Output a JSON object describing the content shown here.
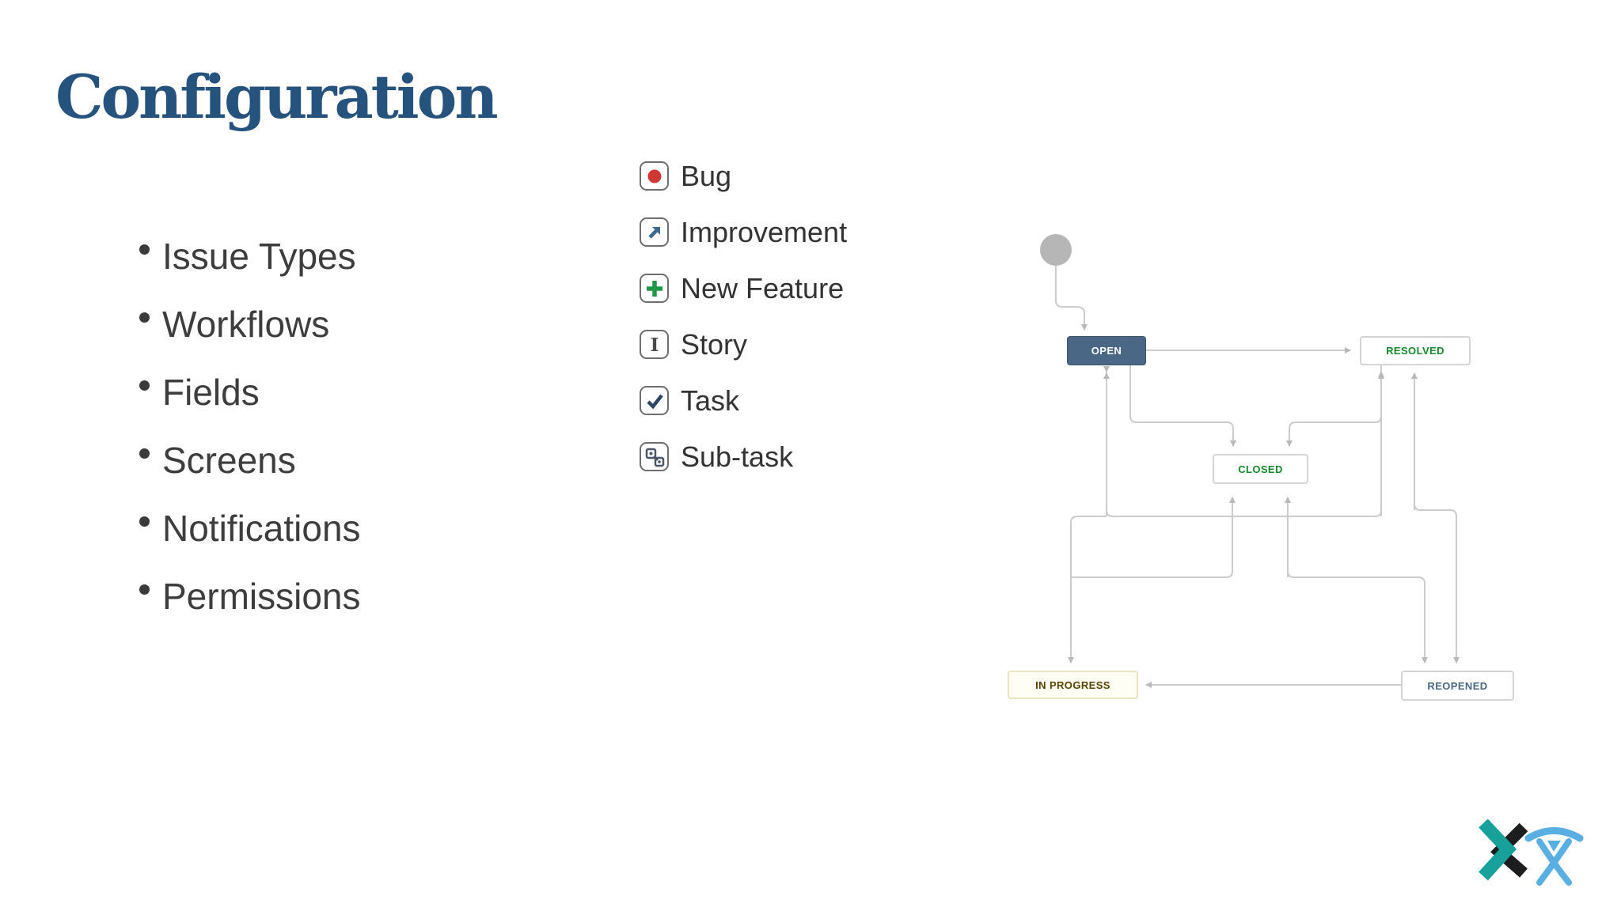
{
  "slide": {
    "title": "Configuration",
    "title_color": "#26537e",
    "bullets": [
      "Issue Types",
      "Workflows",
      "Fields",
      "Screens",
      "Notifications",
      "Permissions"
    ],
    "issue_types": [
      {
        "label": "Bug",
        "icon": "bug-icon",
        "color": "#cf3934"
      },
      {
        "label": "Improvement",
        "icon": "improvement-icon",
        "color": "#3b6a92"
      },
      {
        "label": "New Feature",
        "icon": "new-feature-icon",
        "color": "#1f9949"
      },
      {
        "label": "Story",
        "icon": "story-icon",
        "color": "#4a4a4a"
      },
      {
        "label": "Task",
        "icon": "task-icon",
        "color": "#2e4664"
      },
      {
        "label": "Sub-task",
        "icon": "subtask-icon",
        "color": "#4a5568"
      }
    ],
    "workflow": {
      "states": [
        {
          "label": "OPEN",
          "bg": "#4a6785",
          "text_color": "#ffffff"
        },
        {
          "label": "RESOLVED",
          "bg": "#ffffff",
          "text_color": "#14892c"
        },
        {
          "label": "CLOSED",
          "bg": "#ffffff",
          "text_color": "#14892c"
        },
        {
          "label": "IN PROGRESS",
          "bg": "#fffef4",
          "text_color": "#594300"
        },
        {
          "label": "REOPENED",
          "bg": "#ffffff",
          "text_color": "#4a6785"
        }
      ],
      "start_node": "create-start-circle",
      "line_color": "#cccccc",
      "transitions": [
        {
          "from": "start",
          "to": "OPEN"
        },
        {
          "from": "OPEN",
          "to": "RESOLVED"
        },
        {
          "from": "OPEN",
          "to": "CLOSED"
        },
        {
          "from": "OPEN",
          "to": "IN PROGRESS"
        },
        {
          "from": "RESOLVED",
          "to": "CLOSED"
        },
        {
          "from": "RESOLVED",
          "to": "REOPENED"
        },
        {
          "from": "IN PROGRESS",
          "to": "OPEN"
        },
        {
          "from": "IN PROGRESS",
          "to": "RESOLVED"
        },
        {
          "from": "IN PROGRESS",
          "to": "CLOSED"
        },
        {
          "from": "REOPENED",
          "to": "RESOLVED"
        },
        {
          "from": "REOPENED",
          "to": "CLOSED"
        },
        {
          "from": "REOPENED",
          "to": "IN PROGRESS"
        }
      ]
    },
    "logos": {
      "x_mark": {
        "teal": "#18a09a",
        "black": "#1b1d1e"
      },
      "atlassian_charlotte": {
        "blue": "#59afe1"
      }
    }
  }
}
